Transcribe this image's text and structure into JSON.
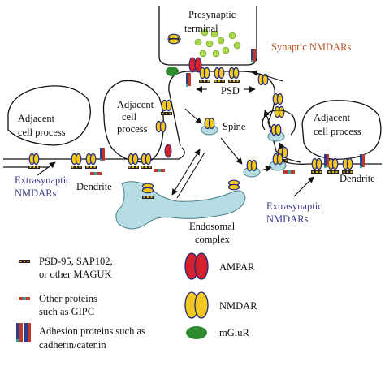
{
  "labels": {
    "presynaptic_line1": "Presynaptic",
    "presynaptic_line2": "terminal",
    "synaptic_nmdars": "Synaptic NMDARs",
    "psd": "PSD",
    "spine": "Spine",
    "adjacent_left_line1": "Adjacent",
    "adjacent_left_line2": "cell process",
    "adjacent_mid_line1": "Adjacent",
    "adjacent_mid_line2": "cell",
    "adjacent_mid_line3": "process",
    "adjacent_right_line1": "Adjacent",
    "adjacent_right_line2": "cell process",
    "dendrite_left": "Dendrite",
    "dendrite_right": "Dendrite",
    "endosomal_line1": "Endosomal",
    "endosomal_line2": "complex",
    "extrasynaptic_left_line1": "Extrasynaptic",
    "extrasynaptic_left_line2": "NMDARs",
    "extrasynaptic_right_line1": "Extrasynaptic",
    "extrasynaptic_right_line2": "NMDARs"
  },
  "legend": {
    "maguk_line1": "PSD-95, SAP102,",
    "maguk_line2": "or other MAGUK",
    "other_line1": "Other proteins",
    "other_line2": "such as GIPC",
    "adhesion_line1": "Adhesion proteins such as",
    "adhesion_line2": "cadherin/catenin",
    "ampar": "AMPAR",
    "nmdar": "NMDAR",
    "mglur": "mGluR"
  },
  "colors": {
    "nmdar_fill": "#f2c81e",
    "nmdar_stroke": "#1e2a78",
    "ampar": "#d6202b",
    "mglur": "#2e8b2e",
    "vesicle": "#a8d84a",
    "endosome": "#b5dde3",
    "maguk_dark": "#222222",
    "maguk_gold": "#e6b422",
    "other_red": "#c0392b",
    "other_teal": "#3aa6a0",
    "adhesion_blue": "#2c3e8f",
    "adhesion_red": "#c0392b",
    "label_orange": "#b5532a",
    "label_blue": "#3d3d8c"
  }
}
